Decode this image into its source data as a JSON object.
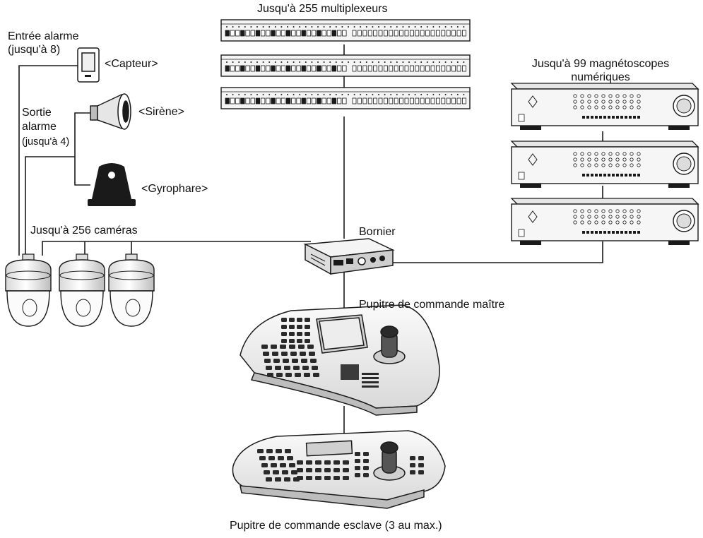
{
  "labels": {
    "multiplexers": "Jusqu'à 255 multiplexeurs",
    "recorders_line1": "Jusqu'à 99 magnétoscopes",
    "recorders_line2": "numériques",
    "alarm_input_line1": "Entrée alarme",
    "alarm_input_line2": "(jusqu'à 8)",
    "sensor": "<Capteur>",
    "alarm_output_line1": "Sortie",
    "alarm_output_line2": "alarme",
    "alarm_output_line3": "(jusqu'à 4)",
    "siren": "<Sirène>",
    "beacon": "<Gyrophare>",
    "cameras": "Jusqu'à 256 caméras",
    "terminal_block": "Bornier",
    "master_controller": "Pupitre de commande maître",
    "slave_controller": "Pupitre de commande esclave (3 au max.)"
  },
  "counts": {
    "multiplexers_shown": 3,
    "recorders_shown": 3,
    "cameras_shown": 3
  },
  "colors": {
    "line": "#1a1a1a",
    "device_fill": "#f2f2f2",
    "device_dark": "#1a1a1a",
    "background": "#ffffff"
  },
  "icons": [
    "sensor-icon",
    "siren-icon",
    "beacon-icon",
    "dome-camera-icon",
    "multiplexer-icon",
    "dvr-icon",
    "terminal-block-icon",
    "controller-icon"
  ]
}
